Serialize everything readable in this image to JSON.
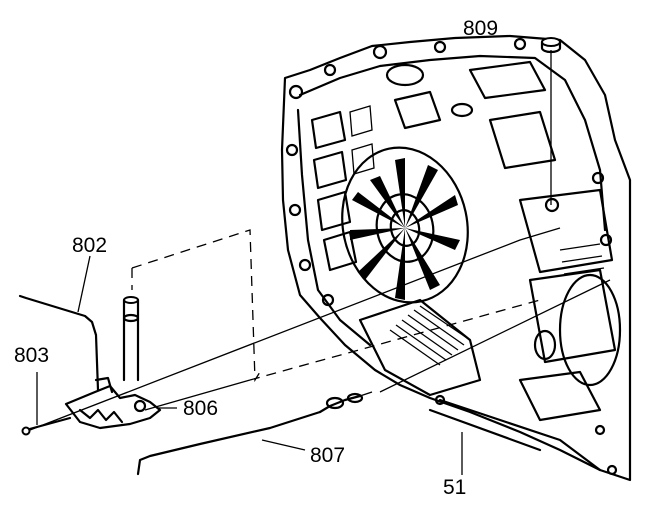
{
  "diagram": {
    "callouts": {
      "c809": "809",
      "c802": "802",
      "c803": "803",
      "c806": "806",
      "c807": "807",
      "c51": "51"
    }
  }
}
